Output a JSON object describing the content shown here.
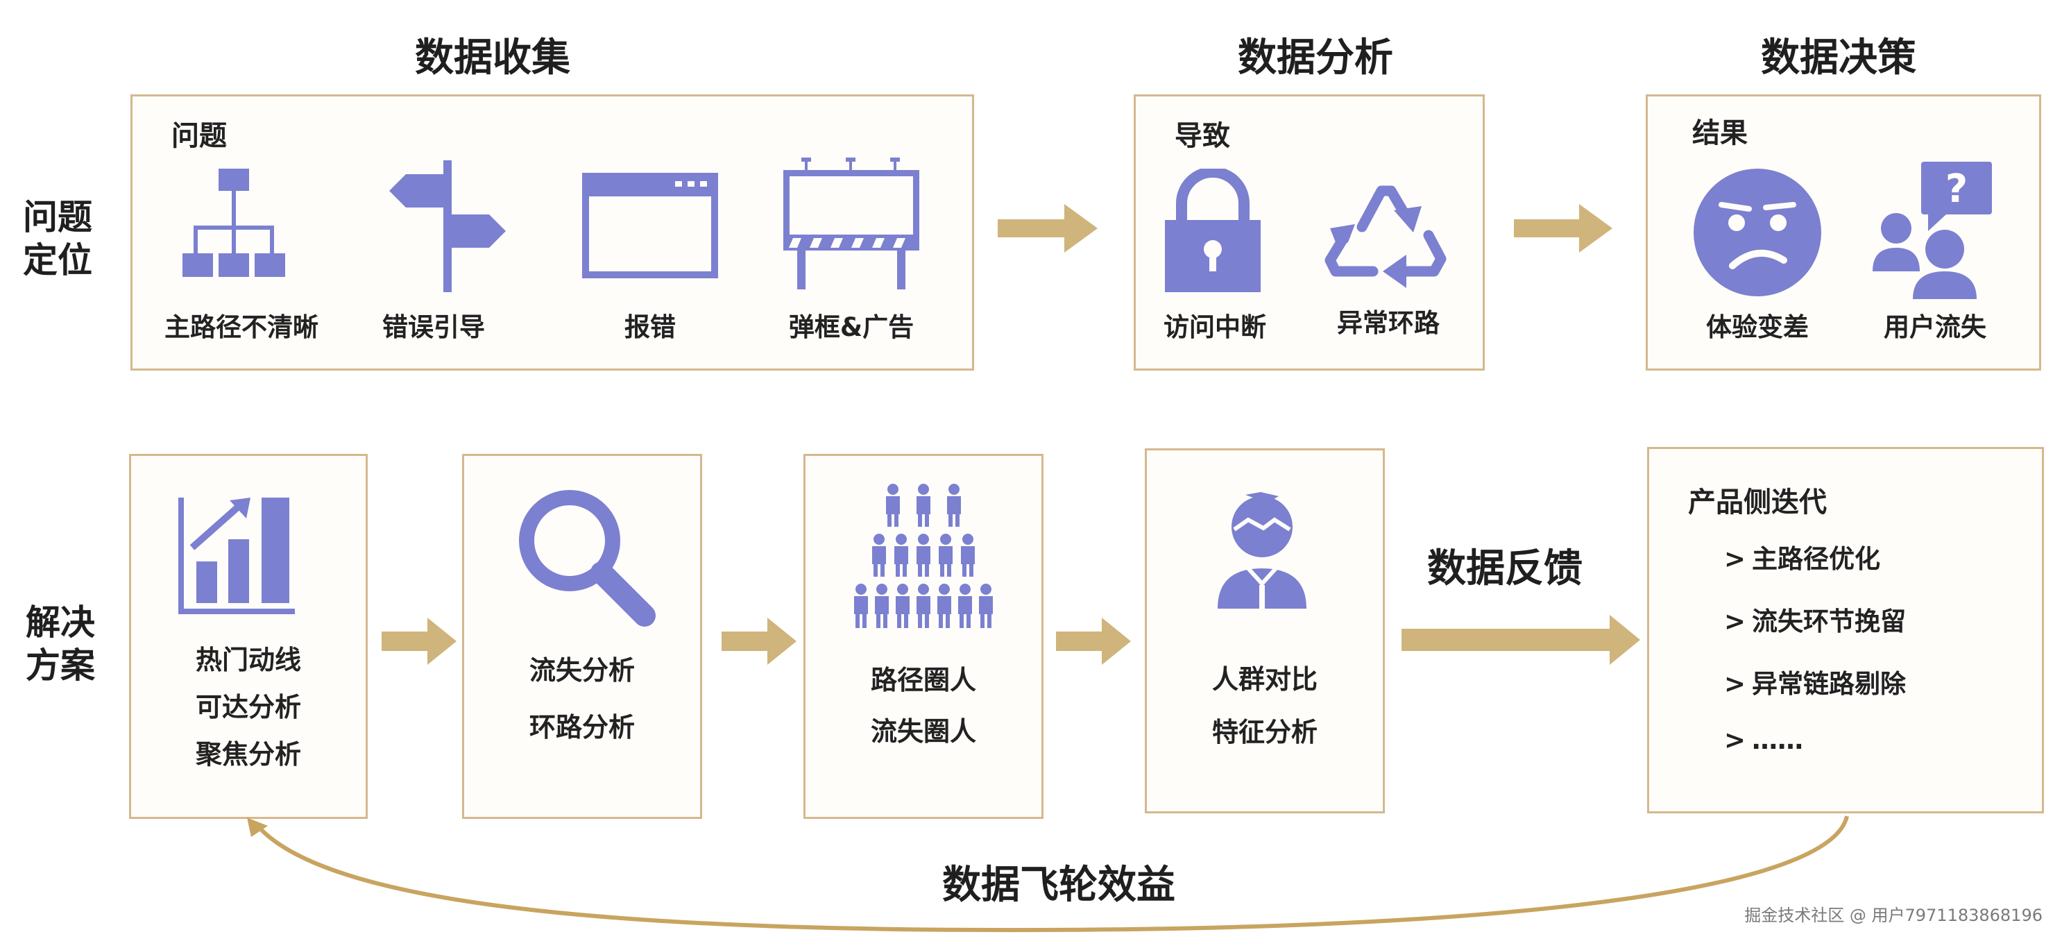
{
  "columns": {
    "collect": "数据收集",
    "analyze": "数据分析",
    "decide": "数据决策"
  },
  "rows": {
    "problem": [
      "问题",
      "定位"
    ],
    "solution": [
      "解决",
      "方案"
    ]
  },
  "problem_box": {
    "title": "问题",
    "items": [
      "主路径不清晰",
      "错误引导",
      "报错",
      "弹框&广告"
    ]
  },
  "cause_box": {
    "title": "导致",
    "items": [
      "访问中断",
      "异常环路"
    ]
  },
  "result_box": {
    "title": "结果",
    "items": [
      "体验变差",
      "用户流失"
    ]
  },
  "solution_steps": [
    {
      "lines": [
        "热门动线",
        "可达分析",
        "聚焦分析"
      ]
    },
    {
      "lines": [
        "流失分析",
        "环路分析"
      ]
    },
    {
      "lines": [
        "路径圈人",
        "流失圈人"
      ]
    },
    {
      "lines": [
        "人群对比",
        "特征分析"
      ]
    }
  ],
  "feedback_label": "数据反馈",
  "product_box": {
    "title": "产品侧迭代",
    "items": [
      "主路径优化",
      "流失环节挽留",
      "异常链路剔除",
      "……"
    ]
  },
  "flywheel_label": "数据飞轮效益",
  "watermark": "掘金技术社区 @ 用户7971183868196",
  "colors": {
    "icon": "#7b80d0",
    "arrow": "#cfb47c",
    "border": "#d4b88e",
    "curve": "#c8a460"
  },
  "icons": [
    "hierarchy-icon",
    "signpost-icon",
    "browser-window-icon",
    "billboard-icon",
    "lock-icon",
    "recycle-icon",
    "sad-face-icon",
    "user-question-icon",
    "bar-chart-up-icon",
    "magnifier-icon",
    "crowd-pyramid-icon",
    "person-icon"
  ]
}
